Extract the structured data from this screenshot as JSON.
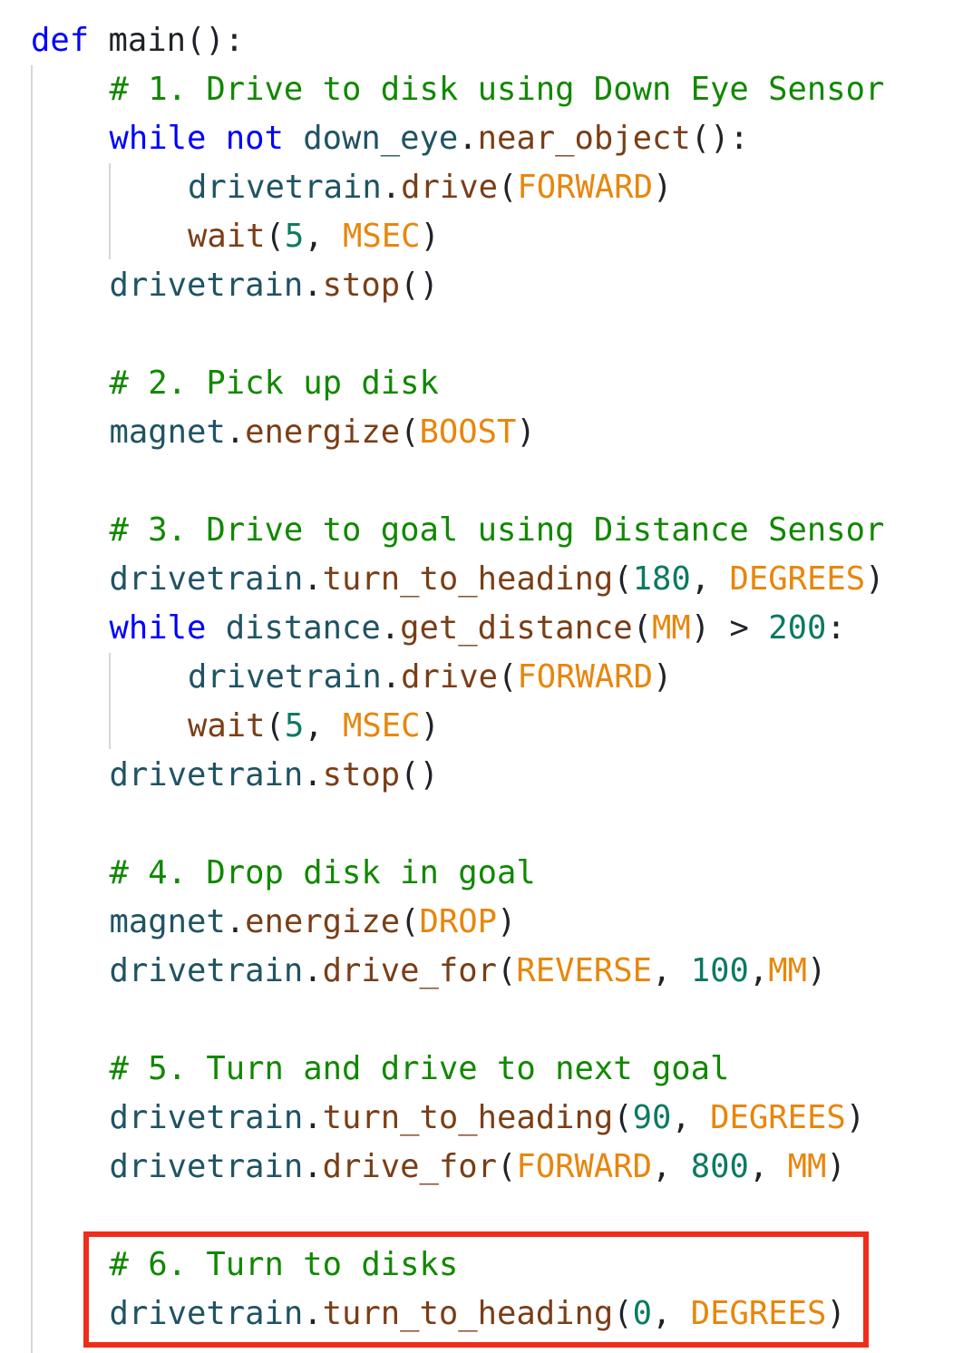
{
  "colors": {
    "keyword": "#0000ff",
    "comment": "#118800",
    "identifier": "#1f5363",
    "function": "#7a3e17",
    "constant": "#e8860c",
    "number": "#0c7a62",
    "punctuation": "#1f2328",
    "highlight_border": "#f02c1a"
  },
  "code_lines": [
    {
      "name": "def-main",
      "indent": 0,
      "tokens": [
        {
          "t": "def",
          "k": "kw"
        },
        {
          "t": " main():",
          "k": "p"
        }
      ]
    },
    {
      "name": "comment-1",
      "indent": 1,
      "tokens": [
        {
          "t": "# 1. Drive to disk using Down Eye Sensor",
          "k": "cm"
        }
      ]
    },
    {
      "name": "while-near-object",
      "indent": 1,
      "tokens": [
        {
          "t": "while not",
          "k": "kw"
        },
        {
          "t": " ",
          "k": "p"
        },
        {
          "t": "down_eye",
          "k": "var"
        },
        {
          "t": ".",
          "k": "p"
        },
        {
          "t": "near_object",
          "k": "fn"
        },
        {
          "t": "():",
          "k": "p"
        }
      ]
    },
    {
      "name": "drive-forward-1",
      "indent": 2,
      "tokens": [
        {
          "t": "drivetrain",
          "k": "var"
        },
        {
          "t": ".",
          "k": "p"
        },
        {
          "t": "drive",
          "k": "fn"
        },
        {
          "t": "(",
          "k": "p"
        },
        {
          "t": "FORWARD",
          "k": "const"
        },
        {
          "t": ")",
          "k": "p"
        }
      ]
    },
    {
      "name": "wait-1",
      "indent": 2,
      "tokens": [
        {
          "t": "wait",
          "k": "fn"
        },
        {
          "t": "(",
          "k": "p"
        },
        {
          "t": "5",
          "k": "num"
        },
        {
          "t": ", ",
          "k": "p"
        },
        {
          "t": "MSEC",
          "k": "const"
        },
        {
          "t": ")",
          "k": "p"
        }
      ]
    },
    {
      "name": "stop-1",
      "indent": 1,
      "tokens": [
        {
          "t": "drivetrain",
          "k": "var"
        },
        {
          "t": ".",
          "k": "p"
        },
        {
          "t": "stop",
          "k": "fn"
        },
        {
          "t": "()",
          "k": "p"
        }
      ]
    },
    {
      "name": "blank-1",
      "indent": 0,
      "tokens": []
    },
    {
      "name": "comment-2",
      "indent": 1,
      "tokens": [
        {
          "t": "# 2. Pick up disk",
          "k": "cm"
        }
      ]
    },
    {
      "name": "energize-boost",
      "indent": 1,
      "tokens": [
        {
          "t": "magnet",
          "k": "var"
        },
        {
          "t": ".",
          "k": "p"
        },
        {
          "t": "energize",
          "k": "fn"
        },
        {
          "t": "(",
          "k": "p"
        },
        {
          "t": "BOOST",
          "k": "const"
        },
        {
          "t": ")",
          "k": "p"
        }
      ]
    },
    {
      "name": "blank-2",
      "indent": 0,
      "tokens": []
    },
    {
      "name": "comment-3",
      "indent": 1,
      "tokens": [
        {
          "t": "# 3. Drive to goal using Distance Sensor",
          "k": "cm"
        }
      ]
    },
    {
      "name": "turn-180",
      "indent": 1,
      "tokens": [
        {
          "t": "drivetrain",
          "k": "var"
        },
        {
          "t": ".",
          "k": "p"
        },
        {
          "t": "turn_to_heading",
          "k": "fn"
        },
        {
          "t": "(",
          "k": "p"
        },
        {
          "t": "180",
          "k": "num"
        },
        {
          "t": ", ",
          "k": "p"
        },
        {
          "t": "DEGREES",
          "k": "const"
        },
        {
          "t": ")",
          "k": "p"
        }
      ]
    },
    {
      "name": "while-distance",
      "indent": 1,
      "tokens": [
        {
          "t": "while",
          "k": "kw"
        },
        {
          "t": " ",
          "k": "p"
        },
        {
          "t": "distance",
          "k": "var"
        },
        {
          "t": ".",
          "k": "p"
        },
        {
          "t": "get_distance",
          "k": "fn"
        },
        {
          "t": "(",
          "k": "p"
        },
        {
          "t": "MM",
          "k": "const"
        },
        {
          "t": ") > ",
          "k": "p"
        },
        {
          "t": "200",
          "k": "num"
        },
        {
          "t": ":",
          "k": "p"
        }
      ]
    },
    {
      "name": "drive-forward-2",
      "indent": 2,
      "tokens": [
        {
          "t": "drivetrain",
          "k": "var"
        },
        {
          "t": ".",
          "k": "p"
        },
        {
          "t": "drive",
          "k": "fn"
        },
        {
          "t": "(",
          "k": "p"
        },
        {
          "t": "FORWARD",
          "k": "const"
        },
        {
          "t": ")",
          "k": "p"
        }
      ]
    },
    {
      "name": "wait-2",
      "indent": 2,
      "tokens": [
        {
          "t": "wait",
          "k": "fn"
        },
        {
          "t": "(",
          "k": "p"
        },
        {
          "t": "5",
          "k": "num"
        },
        {
          "t": ", ",
          "k": "p"
        },
        {
          "t": "MSEC",
          "k": "const"
        },
        {
          "t": ")",
          "k": "p"
        }
      ]
    },
    {
      "name": "stop-2",
      "indent": 1,
      "tokens": [
        {
          "t": "drivetrain",
          "k": "var"
        },
        {
          "t": ".",
          "k": "p"
        },
        {
          "t": "stop",
          "k": "fn"
        },
        {
          "t": "()",
          "k": "p"
        }
      ]
    },
    {
      "name": "blank-3",
      "indent": 0,
      "tokens": []
    },
    {
      "name": "comment-4",
      "indent": 1,
      "tokens": [
        {
          "t": "# 4. Drop disk in goal",
          "k": "cm"
        }
      ]
    },
    {
      "name": "energize-drop",
      "indent": 1,
      "tokens": [
        {
          "t": "magnet",
          "k": "var"
        },
        {
          "t": ".",
          "k": "p"
        },
        {
          "t": "energize",
          "k": "fn"
        },
        {
          "t": "(",
          "k": "p"
        },
        {
          "t": "DROP",
          "k": "const"
        },
        {
          "t": ")",
          "k": "p"
        }
      ]
    },
    {
      "name": "drive-for-reverse",
      "indent": 1,
      "tokens": [
        {
          "t": "drivetrain",
          "k": "var"
        },
        {
          "t": ".",
          "k": "p"
        },
        {
          "t": "drive_for",
          "k": "fn"
        },
        {
          "t": "(",
          "k": "p"
        },
        {
          "t": "REVERSE",
          "k": "const"
        },
        {
          "t": ", ",
          "k": "p"
        },
        {
          "t": "100",
          "k": "num"
        },
        {
          "t": ",",
          "k": "p"
        },
        {
          "t": "MM",
          "k": "const"
        },
        {
          "t": ")",
          "k": "p"
        }
      ]
    },
    {
      "name": "blank-4",
      "indent": 0,
      "tokens": []
    },
    {
      "name": "comment-5",
      "indent": 1,
      "tokens": [
        {
          "t": "# 5. Turn and drive to next goal",
          "k": "cm"
        }
      ]
    },
    {
      "name": "turn-90",
      "indent": 1,
      "tokens": [
        {
          "t": "drivetrain",
          "k": "var"
        },
        {
          "t": ".",
          "k": "p"
        },
        {
          "t": "turn_to_heading",
          "k": "fn"
        },
        {
          "t": "(",
          "k": "p"
        },
        {
          "t": "90",
          "k": "num"
        },
        {
          "t": ", ",
          "k": "p"
        },
        {
          "t": "DEGREES",
          "k": "const"
        },
        {
          "t": ")",
          "k": "p"
        }
      ]
    },
    {
      "name": "drive-for-forward",
      "indent": 1,
      "tokens": [
        {
          "t": "drivetrain",
          "k": "var"
        },
        {
          "t": ".",
          "k": "p"
        },
        {
          "t": "drive_for",
          "k": "fn"
        },
        {
          "t": "(",
          "k": "p"
        },
        {
          "t": "FORWARD",
          "k": "const"
        },
        {
          "t": ", ",
          "k": "p"
        },
        {
          "t": "800",
          "k": "num"
        },
        {
          "t": ", ",
          "k": "p"
        },
        {
          "t": "MM",
          "k": "const"
        },
        {
          "t": ")",
          "k": "p"
        }
      ]
    },
    {
      "name": "blank-5",
      "indent": 0,
      "tokens": []
    },
    {
      "name": "comment-6",
      "indent": 1,
      "tokens": [
        {
          "t": "# 6. Turn to disks",
          "k": "cm"
        }
      ]
    },
    {
      "name": "turn-0",
      "indent": 1,
      "tokens": [
        {
          "t": "drivetrain",
          "k": "var"
        },
        {
          "t": ".",
          "k": "p"
        },
        {
          "t": "turn_to_heading",
          "k": "fn"
        },
        {
          "t": "(",
          "k": "p"
        },
        {
          "t": "0",
          "k": "num"
        },
        {
          "t": ", ",
          "k": "p"
        },
        {
          "t": "DEGREES",
          "k": "const"
        },
        {
          "t": ")",
          "k": "p"
        }
      ]
    }
  ]
}
